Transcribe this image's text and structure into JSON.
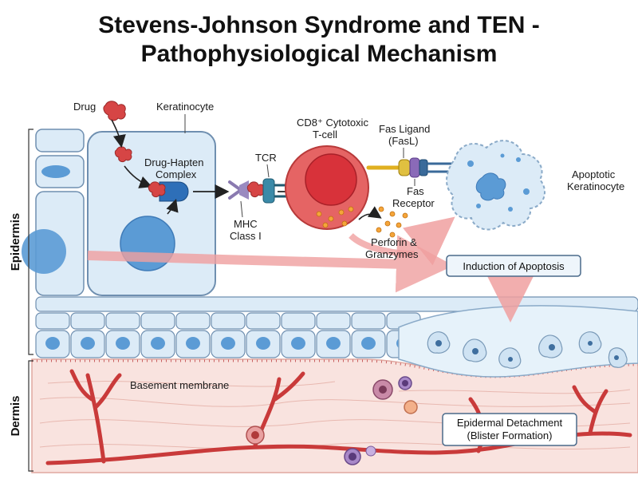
{
  "title": {
    "line1": "Stevens-Johnson Syndrome and TEN -",
    "line2": "Pathophysiological Mechanism"
  },
  "labels": {
    "drug": "Drug",
    "keratinocyte": "Keratinocyte",
    "drug_hapten_1": "Drug-Hapten",
    "drug_hapten_2": "Complex",
    "tcr": "TCR",
    "mhc_1": "MHC",
    "mhc_2": "Class I",
    "cd8_1": "CD8⁺ Cytotoxic",
    "cd8_2": "T-cell",
    "fasl_1": "Fas Ligand",
    "fasl_2": "(FasL)",
    "fas_1": "Fas",
    "fas_2": "Receptor",
    "apoptotic_1": "Apoptotic",
    "apoptotic_2": "Keratinocyte",
    "perforin_1": "Perforin &",
    "perforin_2": "Granzymes",
    "induction": "Induction of Apoptosis",
    "basement": "Basement membrane",
    "detach_1": "Epidermal Detachment",
    "detach_2": "(Blister Formation)",
    "epidermis": "Epidermis",
    "dermis": "Dermis"
  },
  "colors": {
    "cell_fill": "#dcebf7",
    "cell_stroke": "#6f8fb0",
    "nucleus": "#5b9bd5",
    "tcell": "#e05a5a",
    "tcell_nucleus": "#d8323a",
    "dermis": "#f9e3df",
    "vessel": "#c93a3a",
    "arrow_pink": "#f0a0a0"
  }
}
